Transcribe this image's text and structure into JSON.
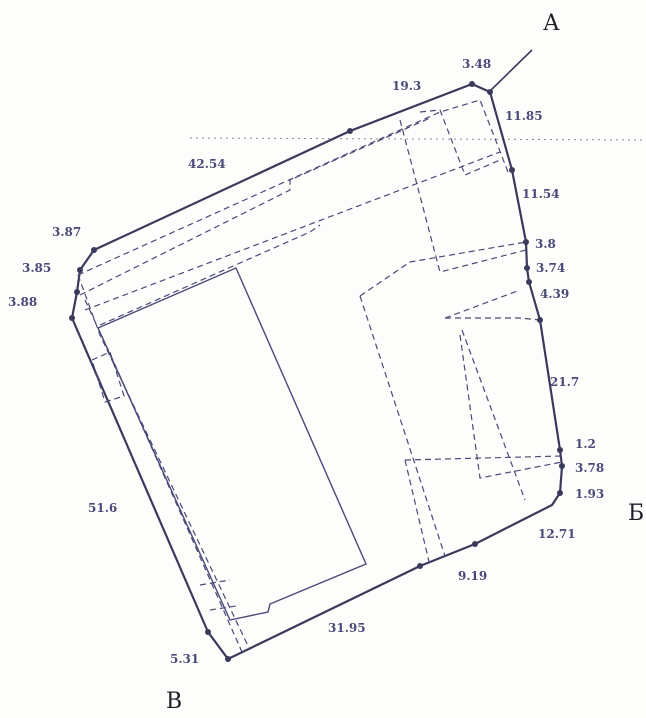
{
  "plan": {
    "corner_labels": {
      "a": "А",
      "b": "Б",
      "v": "В"
    },
    "segment_labels": {
      "s_3_48": "3.48",
      "s_19_3": "19.3",
      "s_11_85": "11.85",
      "s_42_54": "42.54",
      "s_11_54": "11.54",
      "s_3_87": "3.87",
      "s_3_85": "3.85",
      "s_3_88": "3.88",
      "s_3_8": "3.8",
      "s_3_74": "3.74",
      "s_4_39": "4.39",
      "s_21_7": "21.7",
      "s_1_2": "1.2",
      "s_3_78": "3.78",
      "s_1_93": "1.93",
      "s_51_6": "51.6",
      "s_12_71": "12.71",
      "s_9_19": "9.19",
      "s_31_95": "31.95",
      "s_5_31": "5.31"
    },
    "colors": {
      "ink": "#4a4a78",
      "boundary": "#3a3a5c",
      "corner_text": "#1e1e28"
    }
  }
}
